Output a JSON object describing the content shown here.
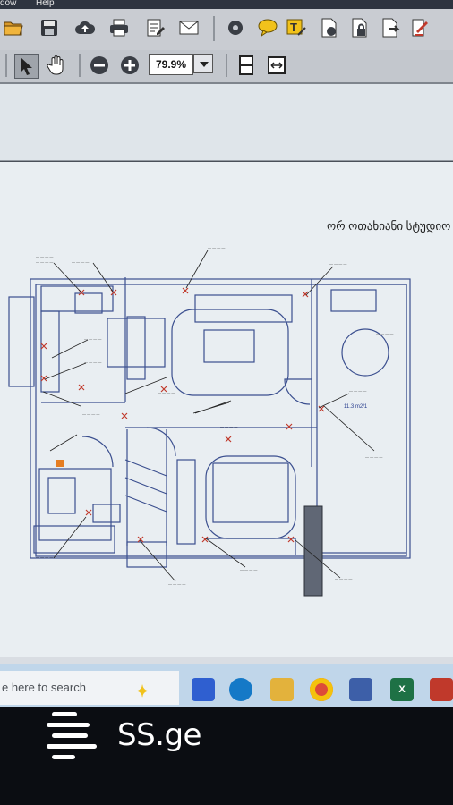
{
  "menubar": {
    "items": [
      "dow",
      "Help"
    ]
  },
  "toolbar": {
    "icons": [
      "open-folder-icon",
      "save-icon",
      "cloud-upload-icon",
      "print-icon",
      "edit-form-icon",
      "email-icon",
      "gear-icon",
      "comment-icon",
      "text-edit-icon",
      "document-settings-icon",
      "document-lock-icon",
      "document-export-icon",
      "sign-icon"
    ],
    "tools": [
      "select-tool-icon",
      "hand-tool-icon",
      "zoom-out-icon",
      "zoom-in-icon",
      "fit-page-icon",
      "fit-width-icon"
    ]
  },
  "zoom": {
    "value": "79.9%"
  },
  "plan": {
    "title": "ორ ოთახიანი სტუდიო",
    "area_label": "11.3 m2/1"
  },
  "taskbar": {
    "search_placeholder": "e here to search",
    "excel_label": "X"
  },
  "watermark": {
    "brand": "SS.ge"
  }
}
